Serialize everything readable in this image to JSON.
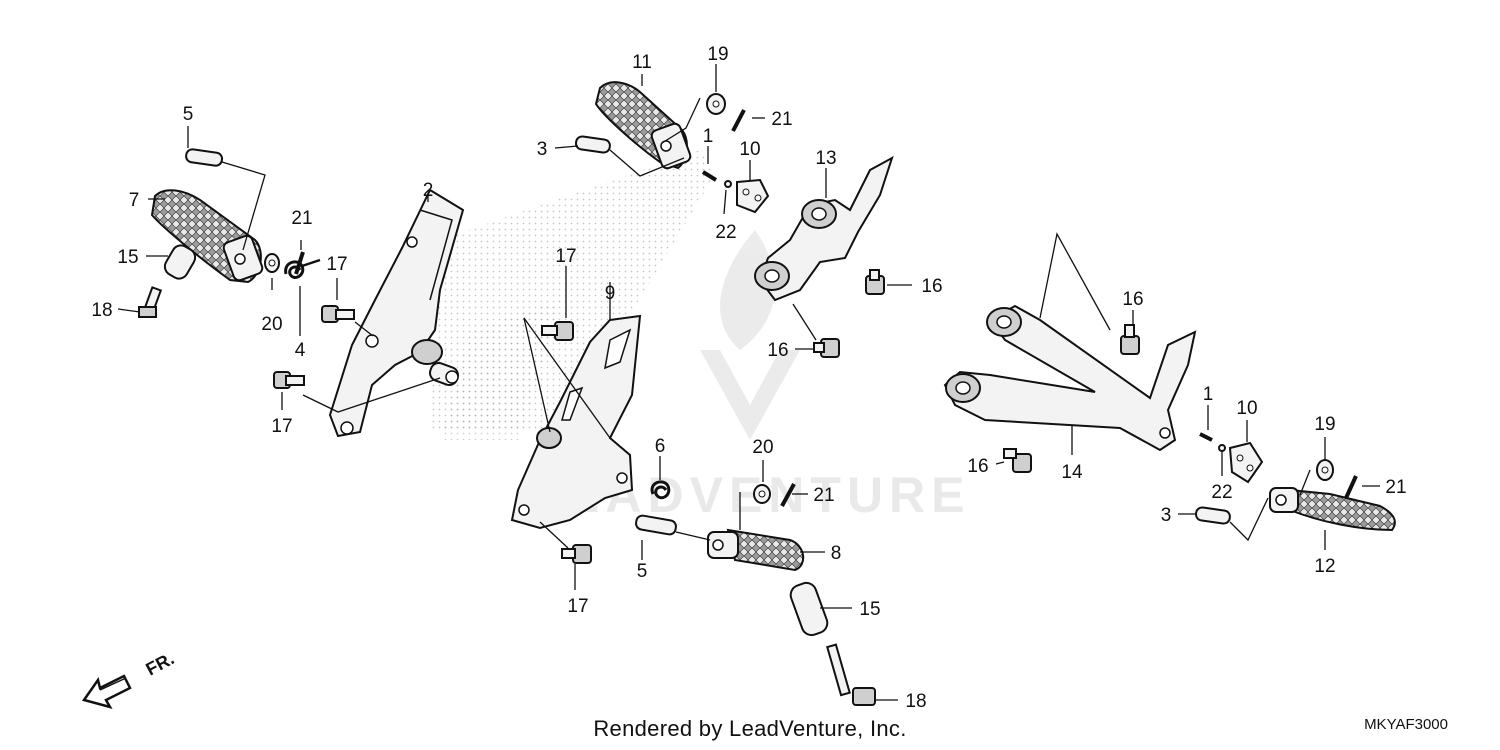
{
  "diagram": {
    "footer_text": "Rendered by LeadVenture, Inc.",
    "diagram_code": "MKYAF3000",
    "direction_label": "FR.",
    "watermark_text": "LEADVENTURE",
    "accent_color": "#111111",
    "callouts": [
      {
        "id": "5-a",
        "label": "5"
      },
      {
        "id": "7",
        "label": "7"
      },
      {
        "id": "15-a",
        "label": "15"
      },
      {
        "id": "18-a",
        "label": "18"
      },
      {
        "id": "20-a",
        "label": "20"
      },
      {
        "id": "21-a",
        "label": "21"
      },
      {
        "id": "4",
        "label": "4"
      },
      {
        "id": "17-a",
        "label": "17"
      },
      {
        "id": "2",
        "label": "2"
      },
      {
        "id": "17-b",
        "label": "17"
      },
      {
        "id": "11",
        "label": "11"
      },
      {
        "id": "19-a",
        "label": "19"
      },
      {
        "id": "21-b",
        "label": "21"
      },
      {
        "id": "3-a",
        "label": "3"
      },
      {
        "id": "1-a",
        "label": "1"
      },
      {
        "id": "10-a",
        "label": "10"
      },
      {
        "id": "22-a",
        "label": "22"
      },
      {
        "id": "13",
        "label": "13"
      },
      {
        "id": "16-a",
        "label": "16"
      },
      {
        "id": "16-b",
        "label": "16"
      },
      {
        "id": "17-c",
        "label": "17"
      },
      {
        "id": "9",
        "label": "9"
      },
      {
        "id": "6",
        "label": "6"
      },
      {
        "id": "20-b",
        "label": "20"
      },
      {
        "id": "21-c",
        "label": "21"
      },
      {
        "id": "5-b",
        "label": "5"
      },
      {
        "id": "8",
        "label": "8"
      },
      {
        "id": "17-d",
        "label": "17"
      },
      {
        "id": "15-b",
        "label": "15"
      },
      {
        "id": "18-b",
        "label": "18"
      },
      {
        "id": "16-c",
        "label": "16"
      },
      {
        "id": "16-d",
        "label": "16"
      },
      {
        "id": "14",
        "label": "14"
      },
      {
        "id": "1-b",
        "label": "1"
      },
      {
        "id": "10-b",
        "label": "10"
      },
      {
        "id": "22-b",
        "label": "22"
      },
      {
        "id": "19-b",
        "label": "19"
      },
      {
        "id": "21-d",
        "label": "21"
      },
      {
        "id": "3-b",
        "label": "3"
      },
      {
        "id": "12",
        "label": "12"
      }
    ]
  }
}
